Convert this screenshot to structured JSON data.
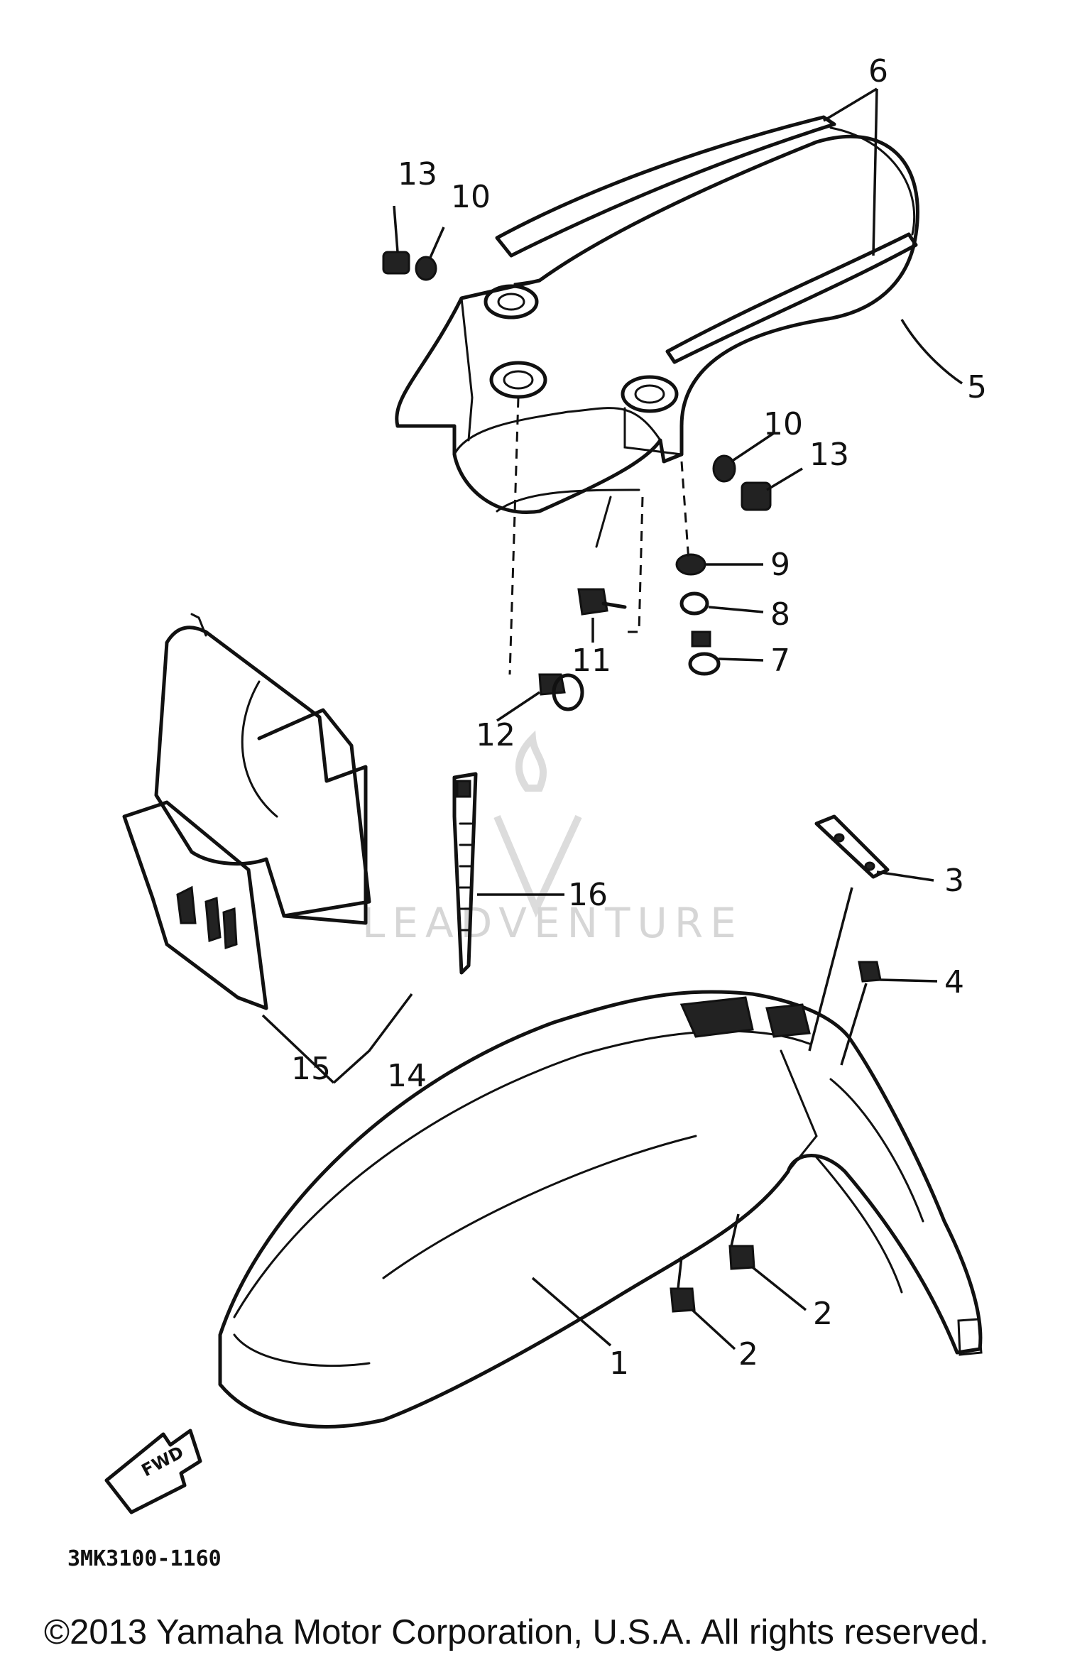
{
  "diagram": {
    "callouts": [
      {
        "id": "1",
        "text": "1"
      },
      {
        "id": "2a",
        "text": "2"
      },
      {
        "id": "2b",
        "text": "2"
      },
      {
        "id": "3",
        "text": "3"
      },
      {
        "id": "4",
        "text": "4"
      },
      {
        "id": "5",
        "text": "5"
      },
      {
        "id": "6",
        "text": "6"
      },
      {
        "id": "7",
        "text": "7"
      },
      {
        "id": "8",
        "text": "8"
      },
      {
        "id": "9",
        "text": "9"
      },
      {
        "id": "10a",
        "text": "10"
      },
      {
        "id": "10b",
        "text": "10"
      },
      {
        "id": "11",
        "text": "11"
      },
      {
        "id": "12",
        "text": "12"
      },
      {
        "id": "13a",
        "text": "13"
      },
      {
        "id": "13b",
        "text": "13"
      },
      {
        "id": "14",
        "text": "14"
      },
      {
        "id": "15",
        "text": "15"
      },
      {
        "id": "16",
        "text": "16"
      }
    ],
    "fwd_label": "FWD",
    "diagram_code": "3MK3100-1160",
    "watermark": "LEADVENTURE",
    "copyright": "©2013 Yamaha Motor Corporation, U.S.A. All rights reserved."
  },
  "colors": {
    "ink": "#111111",
    "watermark": "#d6d6d6",
    "background": "#ffffff"
  }
}
